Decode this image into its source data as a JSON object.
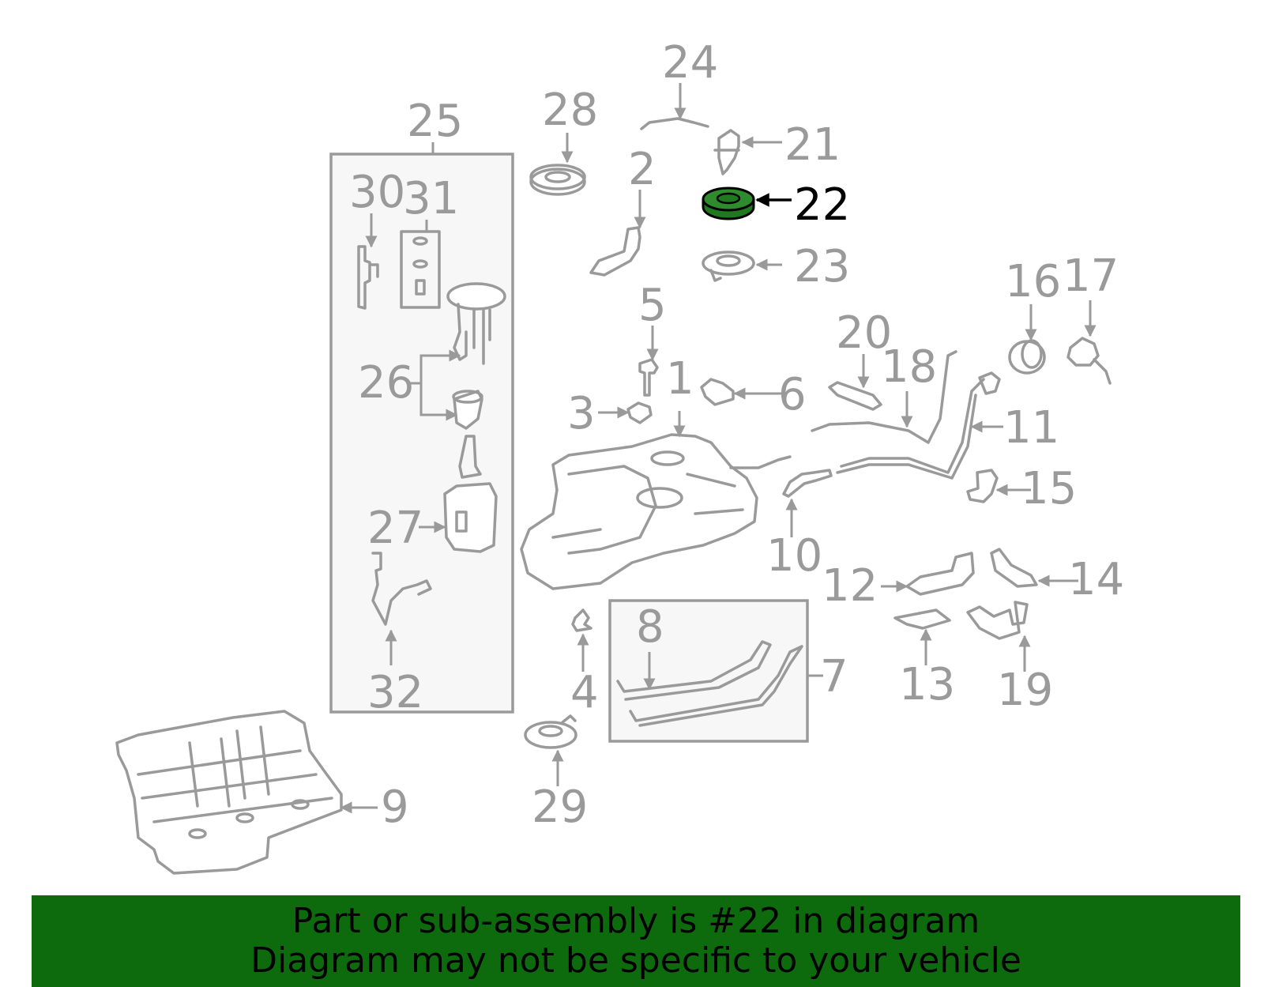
{
  "diagram": {
    "highlighted_part": "22",
    "highlight_color": "#1f7a1f",
    "labels": {
      "p1": "1",
      "p2": "2",
      "p3": "3",
      "p4": "4",
      "p5": "5",
      "p6": "6",
      "p7": "7",
      "p8": "8",
      "p9": "9",
      "p10": "10",
      "p11": "11",
      "p12": "12",
      "p13": "13",
      "p14": "14",
      "p15": "15",
      "p16": "16",
      "p17": "17",
      "p18": "18",
      "p19": "19",
      "p20": "20",
      "p21": "21",
      "p22": "22",
      "p23": "23",
      "p24": "24",
      "p25": "25",
      "p26": "26",
      "p27": "27",
      "p28": "28",
      "p29": "29",
      "p30": "30",
      "p31": "31",
      "p32": "32"
    }
  },
  "banner": {
    "line1": "Part or sub-assembly is #22 in diagram",
    "line2": "Diagram may not be specific to your vehicle",
    "background": "#0d6b0d"
  }
}
